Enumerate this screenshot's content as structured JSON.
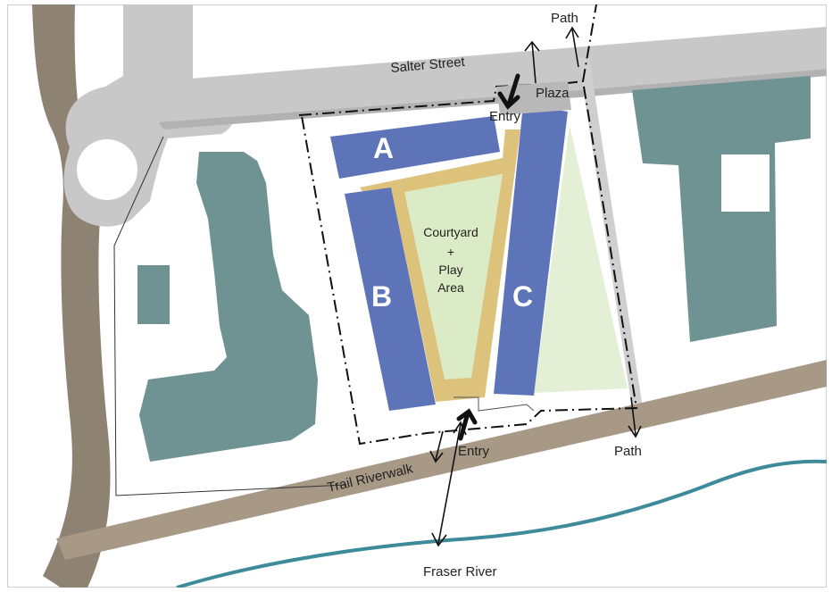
{
  "map": {
    "streets": {
      "salter_street": "Salter Street",
      "trail_riverwalk": "Trail Riverwalk",
      "fraser_river": "Fraser River"
    },
    "features": {
      "plaza": "Plaza",
      "courtyard_line1": "Courtyard",
      "courtyard_line2": "+",
      "courtyard_line3": "Play",
      "courtyard_line4": "Area"
    },
    "buildings": {
      "a": "A",
      "b": "B",
      "c": "C"
    },
    "access": {
      "entry_north": "Entry",
      "entry_south": "Entry",
      "path_north": "Path",
      "path_south": "Path"
    },
    "colors": {
      "road": "#c8c8c8",
      "riverwalk": "#a89886",
      "river": "#3d8a9a",
      "building_blue": "#5e74b8",
      "building_teal": "#6f9293",
      "courtyard_fill": "#dbebc6",
      "courtyard_path": "#dcc27a",
      "open_space": "#e4f0d6"
    }
  }
}
